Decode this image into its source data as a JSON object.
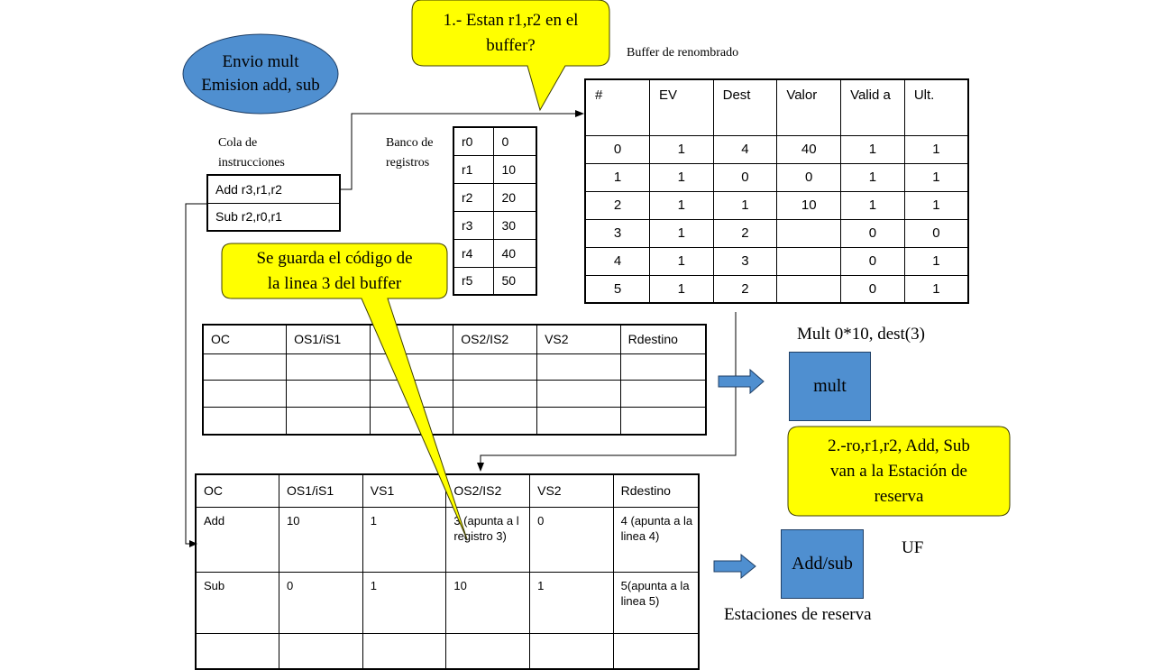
{
  "ellipse": {
    "line1": "Envio mult",
    "line2": "Emision  add, sub"
  },
  "callout1": {
    "line1": "1.- Estan r1,r2 en el",
    "line2": "buffer?"
  },
  "callout2": {
    "line1": "Se guarda el código de",
    "line2": "la linea 3 del buffer"
  },
  "callout3": {
    "line1": "2.-ro,r1,r2, Add, Sub",
    "line2": "van a la Estación  de",
    "line3": "reserva"
  },
  "labels": {
    "buffer_title": "Buffer de renombrado",
    "queue_title_1": "Cola de",
    "queue_title_2": "instrucciones",
    "regs_title_1": "Banco de",
    "regs_title_2": "registros",
    "mult_caption": "Mult 0*10, dest(3)",
    "uf": "UF",
    "reservation_stations": "Estaciones de reserva"
  },
  "queue": {
    "rows": [
      "Add r3,r1,r2",
      "Sub r2,r0,r1"
    ]
  },
  "registers": {
    "rows": [
      [
        "r0",
        "0"
      ],
      [
        "r1",
        "10"
      ],
      [
        "r2",
        "20"
      ],
      [
        "r3",
        "30"
      ],
      [
        "r4",
        "40"
      ],
      [
        "r5",
        "50"
      ]
    ]
  },
  "buffer": {
    "headers": [
      "#",
      "EV",
      "Dest",
      "Valor",
      "Valid a",
      "Ult."
    ],
    "rows": [
      [
        "0",
        "1",
        "4",
        "40",
        "1",
        "1"
      ],
      [
        "1",
        "1",
        "0",
        "0",
        "1",
        "1"
      ],
      [
        "2",
        "1",
        "1",
        "10",
        "1",
        "1"
      ],
      [
        "3",
        "1",
        "2",
        "",
        "0",
        "0"
      ],
      [
        "4",
        "1",
        "3",
        "",
        "0",
        "1"
      ],
      [
        "5",
        "1",
        "2",
        "",
        "0",
        "1"
      ]
    ]
  },
  "rs_mult": {
    "headers": [
      "OC",
      "OS1/iS1",
      "",
      "OS2/IS2",
      "VS2",
      "Rdestino"
    ],
    "rows": [
      [
        "",
        "",
        "",
        "",
        "",
        ""
      ],
      [
        "",
        "",
        "",
        "",
        "",
        ""
      ],
      [
        "",
        "",
        "",
        "",
        "",
        ""
      ]
    ]
  },
  "rs_add": {
    "headers": [
      "OC",
      "OS1/iS1",
      "VS1",
      "OS2/IS2",
      "VS2",
      "Rdestino"
    ],
    "rows": [
      [
        "Add",
        "10",
        "1",
        "3 (apunta a l registro 3)",
        "0",
        "4 (apunta a la linea 4)"
      ],
      [
        "Sub",
        "0",
        "1",
        "10",
        "1",
        "5(apunta a la linea 5)"
      ],
      [
        "",
        "",
        "",
        "",
        "",
        ""
      ]
    ]
  },
  "units": {
    "mult": "mult",
    "add": "Add/sub"
  },
  "colors": {
    "callout": "#ffff00",
    "unit_box": "#4f8fd0",
    "arrow": "#4f8fd0"
  }
}
